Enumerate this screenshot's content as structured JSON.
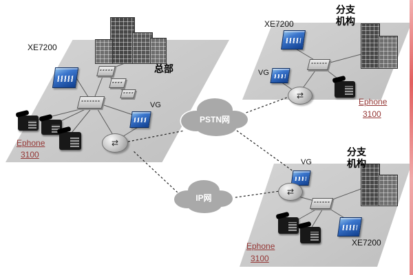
{
  "clouds": {
    "pstn": {
      "label": "PSTN网"
    },
    "ip": {
      "label": "IP网"
    }
  },
  "sites": {
    "hq": {
      "title": "总部",
      "device_label": "XE7200",
      "vg_label": "VG",
      "phone_brand": "Ephone",
      "phone_model": "3100"
    },
    "branch_top": {
      "title_line1": "分支",
      "title_line2": "机构",
      "device_label": "XE7200",
      "vg_label": "VG",
      "phone_brand": "Ephone",
      "phone_model": "3100"
    },
    "branch_bottom": {
      "title_line1": "分支",
      "title_line2": "机构",
      "device_label": "XE7200",
      "vg_label": "VG",
      "phone_brand": "Ephone",
      "phone_model": "3100"
    }
  },
  "icons": {
    "router": "router-icon",
    "voice_gateway": "vg-device-icon",
    "xe7200": "xe7200-device-icon",
    "switch": "switch-icon",
    "building": "building-icon",
    "phone": "ip-phone-icon",
    "cloud": "cloud-icon"
  },
  "colors": {
    "site_fill": "#c9c9c9",
    "cloud_fill": "#a9a9a9",
    "device_blue": "#103f8f",
    "phone_label_red": "#943634",
    "text_black": "#111111"
  }
}
